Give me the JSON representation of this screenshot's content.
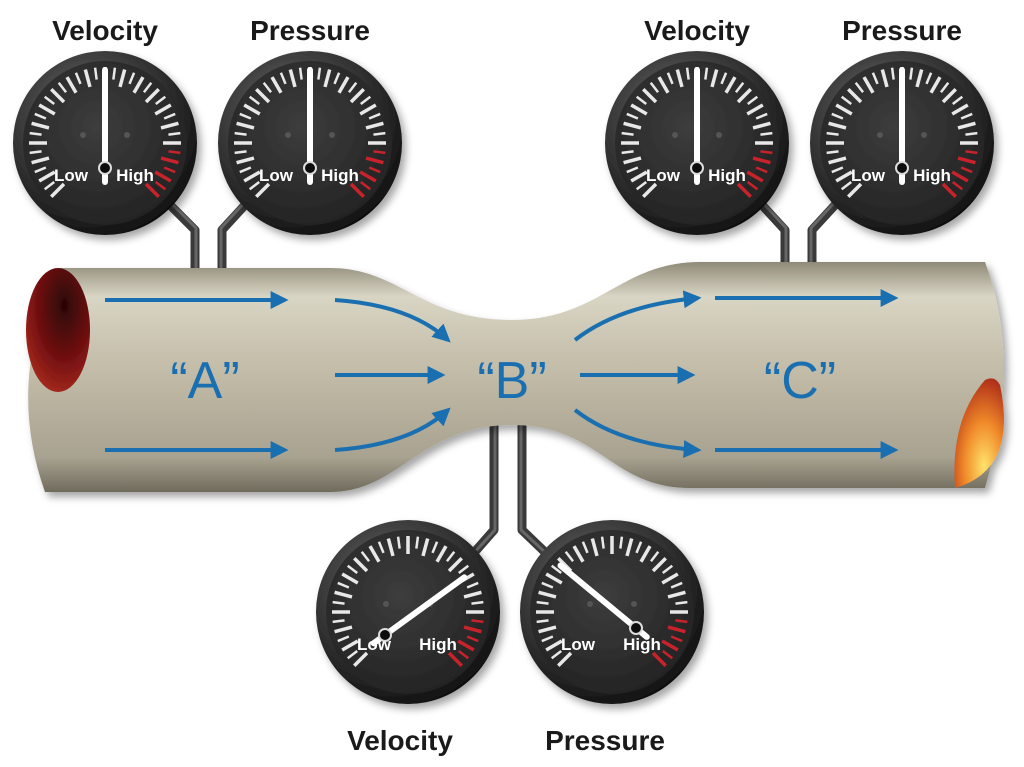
{
  "regions": {
    "a": "“A”",
    "b": "“B”",
    "c": "“C”"
  },
  "gauges": [
    {
      "id": "a-velocity",
      "title": "Velocity",
      "low": "Low",
      "high": "High",
      "level": 0.5
    },
    {
      "id": "a-pressure",
      "title": "Pressure",
      "low": "Low",
      "high": "High",
      "level": 0.5
    },
    {
      "id": "c-velocity",
      "title": "Velocity",
      "low": "Low",
      "high": "High",
      "level": 0.5
    },
    {
      "id": "c-pressure",
      "title": "Pressure",
      "low": "Low",
      "high": "High",
      "level": 0.5
    },
    {
      "id": "b-velocity",
      "title": "Velocity",
      "low": "Low",
      "high": "High",
      "level": 0.8
    },
    {
      "id": "b-pressure",
      "title": "Pressure",
      "low": "Low",
      "high": "High",
      "level": 0.22
    }
  ],
  "colors": {
    "pipe": "#bdb7a3",
    "arrow": "#1a6fb0",
    "label": "#1a6fb0",
    "dial": "#2b2b2b",
    "redline": "#c8202a"
  }
}
